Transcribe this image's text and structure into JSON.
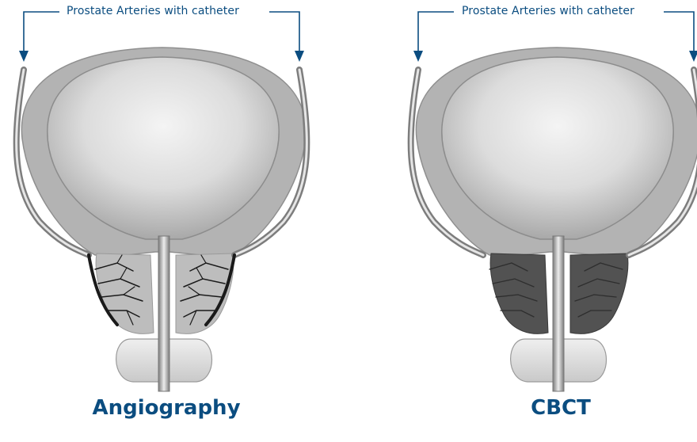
{
  "panels": [
    {
      "callout_label": "Prostate Arteries with catheter",
      "caption": "Angiography"
    },
    {
      "callout_label": "Prostate Arteries with catheter",
      "caption": "CBCT"
    }
  ],
  "colors": {
    "accent": "#0b4d80",
    "tissue": "#b0b0b0",
    "tissue_light": "#d6d6d6",
    "vessels_angiography": "#1a1a1a",
    "prostate_cbct": "#4e4e4e"
  },
  "icons": [
    "arrow-down-icon"
  ]
}
